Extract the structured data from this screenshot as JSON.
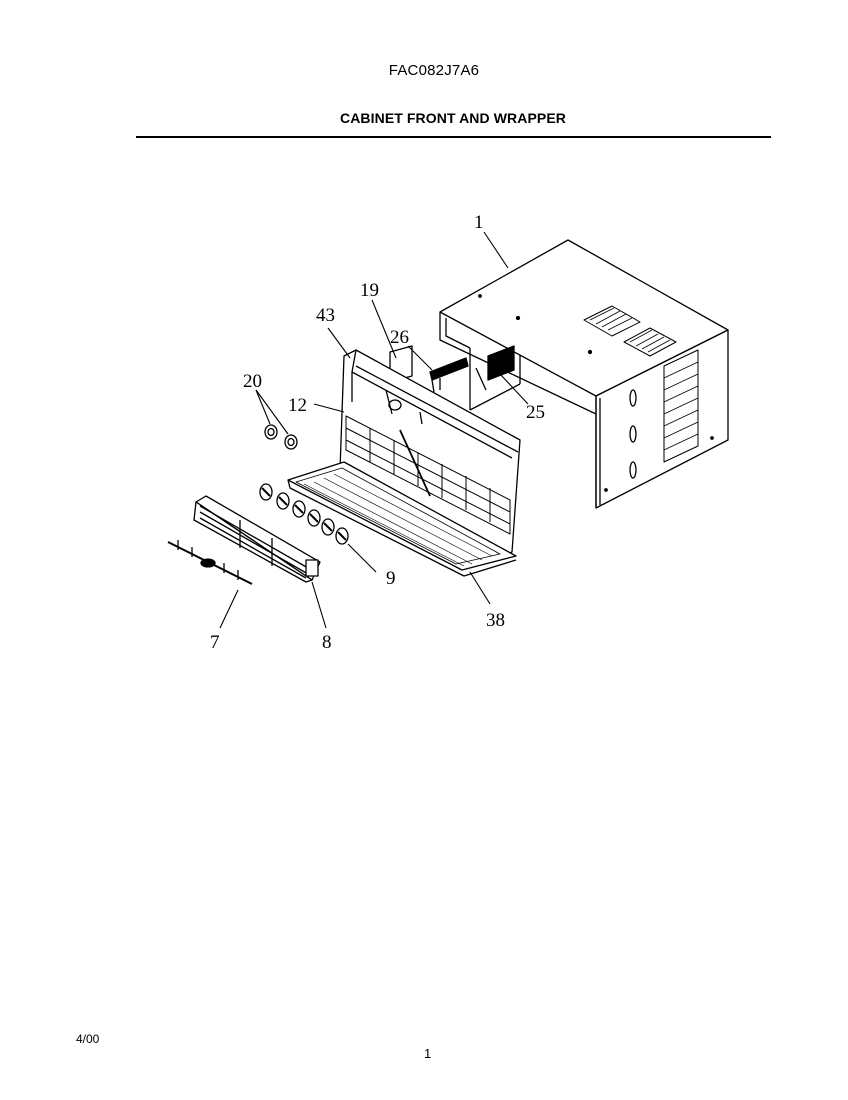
{
  "header": {
    "model_number": "FAC082J7A6",
    "section_title": "CABINET FRONT AND WRAPPER"
  },
  "diagram": {
    "callouts": [
      {
        "id": "wrapper",
        "label": "1"
      },
      {
        "id": "panel-19",
        "label": "19"
      },
      {
        "id": "cabinet-front",
        "label": "43"
      },
      {
        "id": "bracket-26",
        "label": "26"
      },
      {
        "id": "knobs",
        "label": "20"
      },
      {
        "id": "filter",
        "label": "12"
      },
      {
        "id": "part-25",
        "label": "25"
      },
      {
        "id": "buttons",
        "label": "9"
      },
      {
        "id": "door",
        "label": "38"
      },
      {
        "id": "rod",
        "label": "7"
      },
      {
        "id": "louver",
        "label": "8"
      }
    ]
  },
  "footer": {
    "date_code": "4/00",
    "page_number": "1"
  }
}
